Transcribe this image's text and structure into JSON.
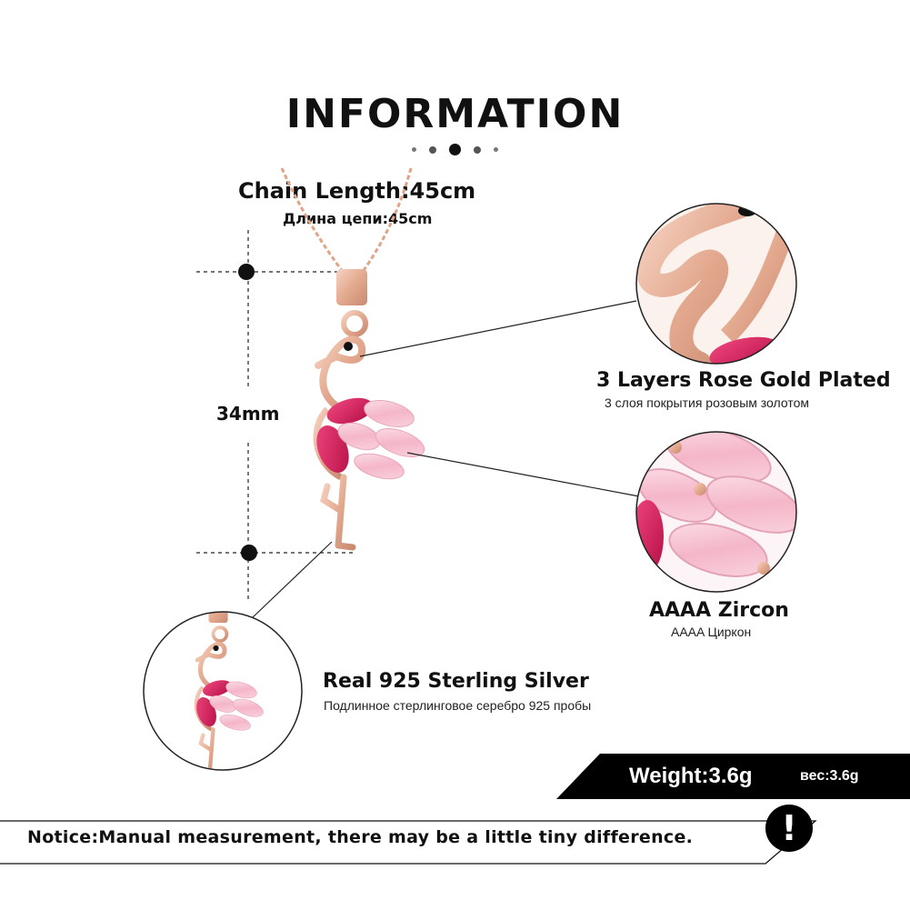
{
  "title": "INFORMATION",
  "chain": {
    "length_en": "Chain Length:45cm",
    "length_ru": "Длина цепи:45cm"
  },
  "pendant": {
    "height": "34mm"
  },
  "features": [
    {
      "title": "3 Layers Rose Gold Plated",
      "subtitle": "3 слоя покрытия розовым золотом"
    },
    {
      "title": "AAAA Zircon",
      "subtitle": "AAAA Циркон"
    },
    {
      "title": "Real 925  Sterling  Silver",
      "subtitle": "Подлинное стерлинговое серебро 925 пробы"
    }
  ],
  "weight": {
    "en": "Weight:3.6g",
    "ru": "вес:3.6g"
  },
  "notice": "Notice:Manual measurement, there may be a little tiny difference.",
  "warning_symbol": "!",
  "colors": {
    "rose_gold": "#e9b49a",
    "ruby": "#d8185a",
    "pink_zircon": "#f6c3d3",
    "black": "#000000"
  }
}
